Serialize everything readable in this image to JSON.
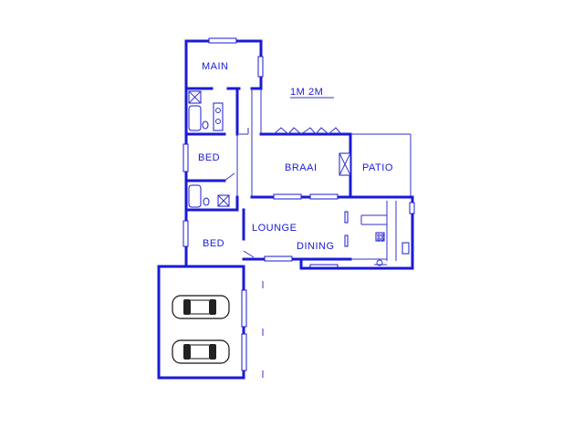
{
  "rooms": {
    "main": "MAIN",
    "bed1": "BED",
    "bed2": "BED",
    "braai": "BRAAI",
    "patio": "PATIO",
    "lounge": "LOUNGE",
    "dining": "DINING"
  },
  "scale": {
    "label1": "1M",
    "label2": "2M"
  },
  "colors": {
    "wall": "#1a1ad6",
    "background": "#ffffff"
  }
}
